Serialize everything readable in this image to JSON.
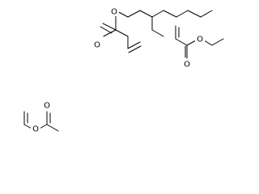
{
  "colors": {
    "background": "#ffffff",
    "bond": "#000000",
    "atom_label": "#000000"
  },
  "molecules": [
    {
      "atoms": [
        "O",
        "O"
      ]
    },
    {
      "atoms": [
        "O",
        "O"
      ]
    },
    {
      "atoms": [
        "O",
        "O"
      ]
    }
  ]
}
